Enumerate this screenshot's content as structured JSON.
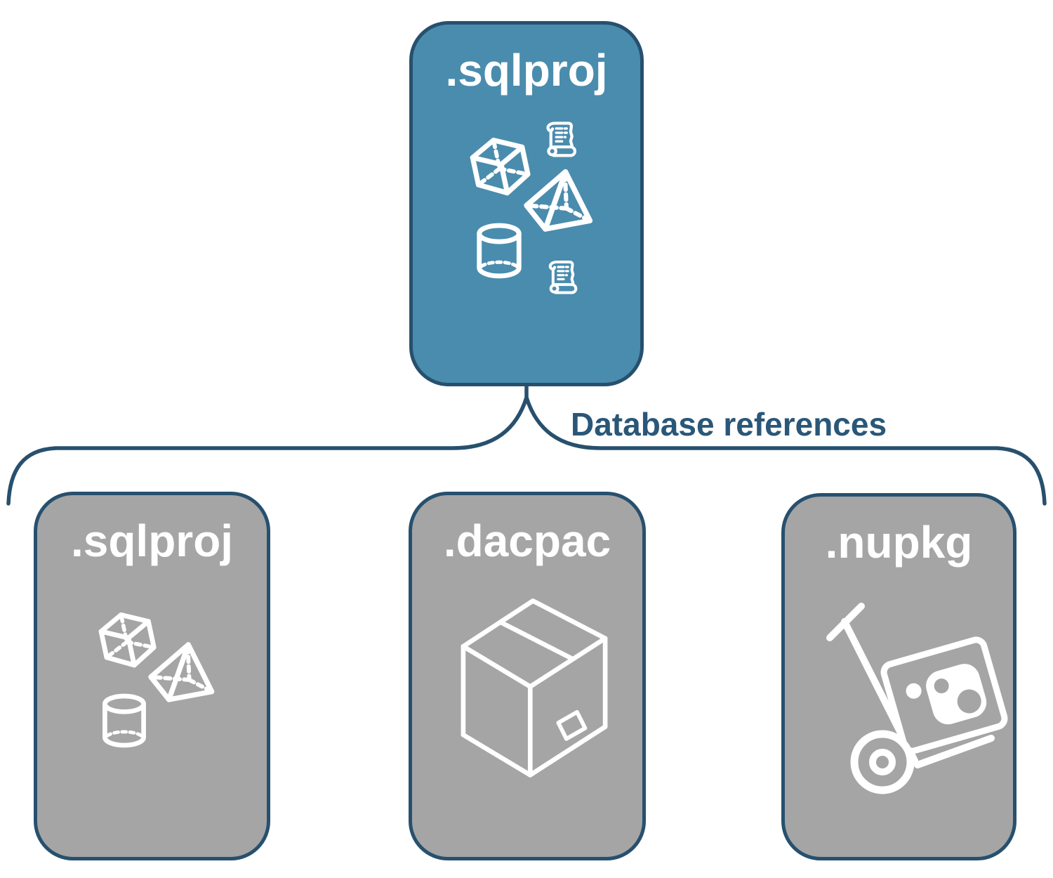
{
  "figure": {
    "type": "hierarchy-diagram",
    "connector_label": "Database references"
  },
  "root_node": {
    "label": ".sqlproj",
    "icons": [
      "cube-icon",
      "scroll-icon",
      "pyramid-icon",
      "cylinder-icon",
      "scroll-icon"
    ]
  },
  "child_nodes": [
    {
      "label": ".sqlproj",
      "icons": [
        "cube-icon",
        "pyramid-icon",
        "cylinder-icon"
      ]
    },
    {
      "label": ".dacpac",
      "icons": [
        "package-box-icon"
      ]
    },
    {
      "label": ".nupkg",
      "icons": [
        "nuget-hand-truck-icon"
      ]
    }
  ],
  "colors": {
    "root_fill": "#4A8CAD",
    "child_fill": "#A5A5A5",
    "outline": "#27506E",
    "node_label_text": "#FFFFFF",
    "connector_text": "#2A5778",
    "background": "#FFFFFF"
  }
}
